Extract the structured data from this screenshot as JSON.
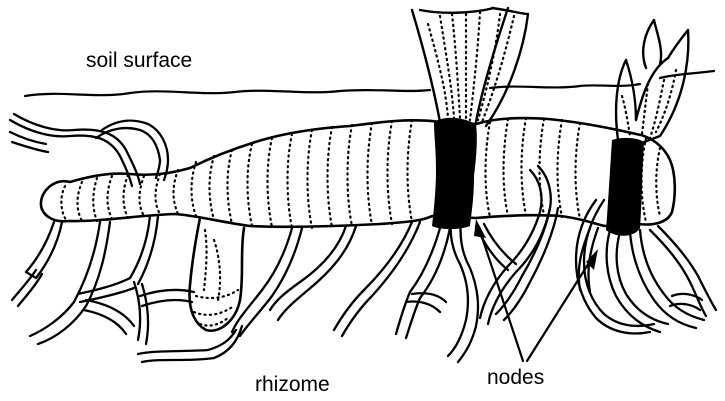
{
  "labels": {
    "soil_surface": "soil surface",
    "rhizome": "rhizome",
    "nodes": "nodes"
  },
  "colors": {
    "ink": "#000000",
    "background": "#ffffff"
  }
}
